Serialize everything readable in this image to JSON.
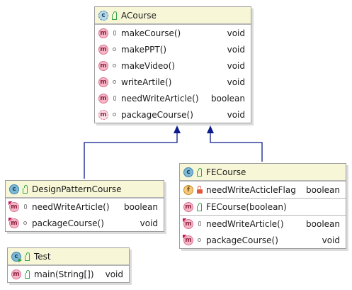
{
  "classes": {
    "acourse": {
      "name": "ACourse",
      "methods": [
        {
          "name": "makeCourse()",
          "type": "void"
        },
        {
          "name": "makePPT()",
          "type": "void"
        },
        {
          "name": "makeVideo()",
          "type": "void"
        },
        {
          "name": "writeArtile()",
          "type": "void"
        },
        {
          "name": "needWriteArticle()",
          "type": "boolean"
        },
        {
          "name": "packageCourse()",
          "type": "void"
        }
      ]
    },
    "design": {
      "name": "DesignPatternCourse",
      "methods": [
        {
          "name": "needWriteArticle()",
          "type": "boolean"
        },
        {
          "name": "packageCourse()",
          "type": "void"
        }
      ]
    },
    "fe": {
      "name": "FECourse",
      "fields": [
        {
          "name": "needWriteActicleFlag",
          "type": "boolean"
        }
      ],
      "constructors": [
        {
          "name": "FECourse(boolean)",
          "type": ""
        }
      ],
      "methods": [
        {
          "name": "needWriteArticle()",
          "type": "boolean"
        },
        {
          "name": "packageCourse()",
          "type": "void"
        }
      ]
    },
    "test": {
      "name": "Test",
      "methods": [
        {
          "name": "main(String[])",
          "type": "void"
        }
      ]
    }
  },
  "badges": {
    "class": "c",
    "method": "m",
    "field": "f"
  },
  "colors": {
    "header_bg": "#f7f7d7",
    "inheritance_arrow": "#0b1a8c"
  }
}
